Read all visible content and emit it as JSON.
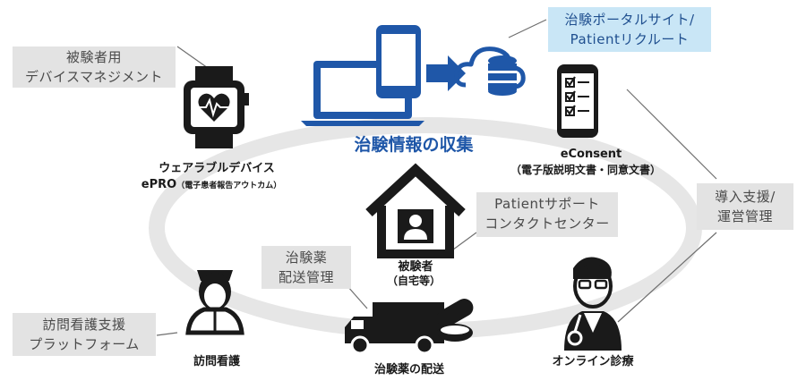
{
  "center_title": "治験情報の収集",
  "callouts": {
    "portal": [
      "治験ポータルサイト/",
      "Patientリクルート"
    ],
    "device_mgmt": [
      "被験者用",
      "デバイスマネジメント"
    ],
    "support": [
      "導入支援/",
      "運営管理"
    ],
    "contact": [
      "Patientサポート",
      "コンタクトセンター"
    ],
    "drug_mgmt": [
      "治験薬",
      "配送管理"
    ],
    "nursing_support": [
      "訪問看護支援",
      "プラットフォーム"
    ]
  },
  "labels": {
    "wearable": "ウェアラブルデバイス",
    "epro": "ePRO",
    "epro_note": "（電子患者報告アウトカム）",
    "econsent": "eConsent",
    "econsent_note": "（電子版説明文書・同意文書）",
    "subject": "被験者",
    "subject_note": "（自宅等）",
    "nursing": "訪問看護",
    "delivery": "治験薬の配送",
    "online": "オンライン診療"
  },
  "colors": {
    "accent_blue": "#1f57a8",
    "icon_dark": "#1a1a1a",
    "callout_gray": "#e3e3e3",
    "callout_blue": "#c9e6f6",
    "ring_gray": "#e6e6e6"
  }
}
